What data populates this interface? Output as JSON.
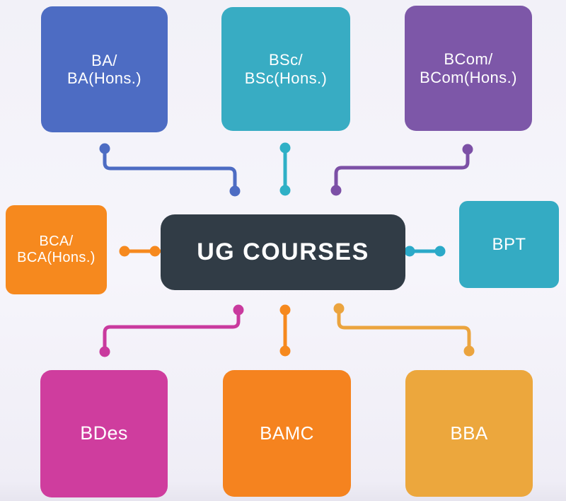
{
  "title": "UG Courses diagram",
  "center": {
    "label": "UG COURSES",
    "bg_color": "#313c46",
    "text_color": "#ffffff"
  },
  "nodes": {
    "ba": {
      "line1": "BA/",
      "line2": "BA(Hons.)",
      "color": "#4d6cc3"
    },
    "bsc": {
      "line1": "BSc/",
      "line2": "BSc(Hons.)",
      "color": "#38acc3"
    },
    "bcom": {
      "line1": "BCom/",
      "line2": "BCom(Hons.)",
      "color": "#7d57a8"
    },
    "bca": {
      "line1": "BCA/",
      "line2": "BCA(Hons.)",
      "color": "#f6891e"
    },
    "bpt": {
      "line1": "BPT",
      "color": "#34abc3"
    },
    "bdes": {
      "line1": "BDes",
      "color": "#cf3d9e"
    },
    "bamc": {
      "line1": "BAMC",
      "color": "#f5831f"
    },
    "bba": {
      "line1": "BBA",
      "color": "#eca73d"
    }
  },
  "connectors": {
    "ba": {
      "color": "#4d6cc3"
    },
    "bsc": {
      "color": "#2fb0c6"
    },
    "bcom": {
      "color": "#7c50a6"
    },
    "bca": {
      "color": "#f6891e"
    },
    "bpt": {
      "color": "#2ba9c8"
    },
    "bdes": {
      "color": "#c93a9e"
    },
    "bamc": {
      "color": "#f6891e"
    },
    "bba": {
      "color": "#eba43e"
    }
  },
  "text_color": "#ffffff"
}
